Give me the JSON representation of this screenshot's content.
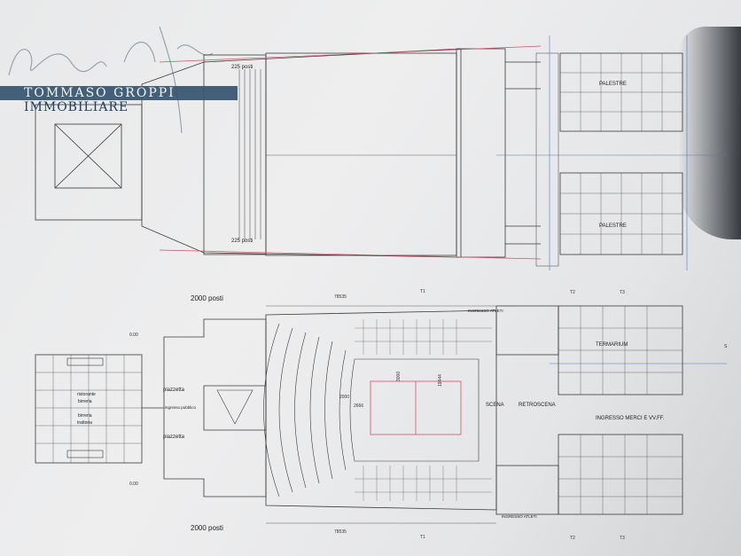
{
  "watermark": {
    "name": "TOMMASO GROPPI",
    "subtitle": "IMMOBILIARE",
    "bar_color": "#35536e"
  },
  "plan": {
    "line_color": "#3a3a3a",
    "accent_red": "#d2506a",
    "accent_blue": "#4a78c8",
    "labels": {
      "capacity_top": "2000 posti",
      "capacity_bottom": "2000 posti",
      "gym_1": "PALESTRE",
      "gym_2": "PALESTRE",
      "seats_upper": "225 posti",
      "seats_lower": "225 posti",
      "restaurant": "ristorante",
      "brewery_1": "birreria",
      "brewery_2": "birreria",
      "trattoria": "trattoria",
      "square_1": "piazzetta",
      "square_2": "piazzetta",
      "entrance_public": "ingresso pubblico",
      "stage": "SCENA",
      "backstage": "RETROSCENA",
      "spa": "TERMARIUM",
      "athletes_top": "INGRESSO ATLETI",
      "athletes_bottom": "INGRESSO ATLETI",
      "goods_entrance": "INGRESSO MERCI E VV.FF.",
      "dim_top": "78535",
      "dim_bottom": "78535",
      "dim_court_1": "2000",
      "dim_court_2": "2666",
      "dim_court_3": "3000",
      "dim_court_4": "19444",
      "level_1": "0.00",
      "level_2": "0.00",
      "axis_top": "T1",
      "axis_bottom": "T1",
      "axis_right_1": "T2",
      "axis_right_2": "T3",
      "axis_right_3": "T2",
      "axis_right_4": "T3",
      "section_mark": "S"
    }
  }
}
